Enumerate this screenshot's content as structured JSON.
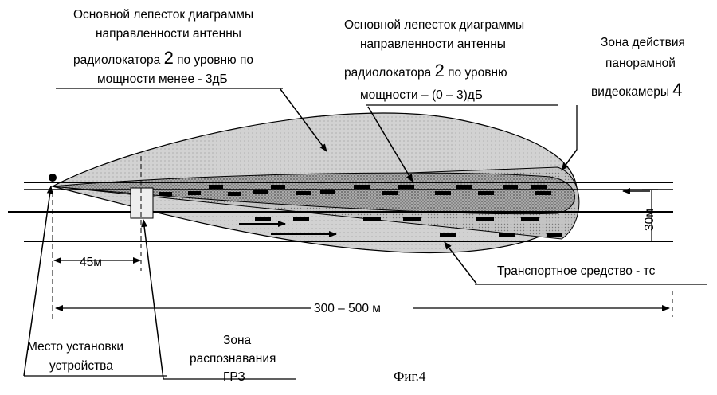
{
  "labels": {
    "lobe_outer": {
      "line1": "Основной лепесток диаграммы",
      "line2": "направленности антенны",
      "line3a": "радиолокатора ",
      "num": "2",
      "line3b": " по уровню по",
      "line4": "мощности менее - 3дБ"
    },
    "lobe_inner": {
      "line1": "Основной лепесток диаграммы",
      "line2": "направленности антенны",
      "line3a": "радиолокатора ",
      "num": "2",
      "line3b": " по уровню",
      "line4": "мощности – (0 – 3)дБ"
    },
    "camera_zone": {
      "line1": "Зона действия",
      "line2": "панорамной",
      "line3a": "видеокамеры ",
      "num": "4"
    },
    "vehicle": "Транспортное средство - тс",
    "install_place": {
      "line1": "Место установки",
      "line2": "устройства"
    },
    "recognition_zone": {
      "line1": "Зона",
      "line2": "распознавания",
      "line3": "ГРЗ"
    },
    "dim_45": "45м",
    "dim_range": "300 – 500 м",
    "dim_30": "30м",
    "caption": "Фиг.4"
  },
  "colors": {
    "ink": "#000000",
    "lobe_outer_fill": "#cfcfcf",
    "lobe_inner_fill": "#8a8a8a",
    "camera_fill": "#b5b5b5",
    "background": "#ffffff"
  }
}
